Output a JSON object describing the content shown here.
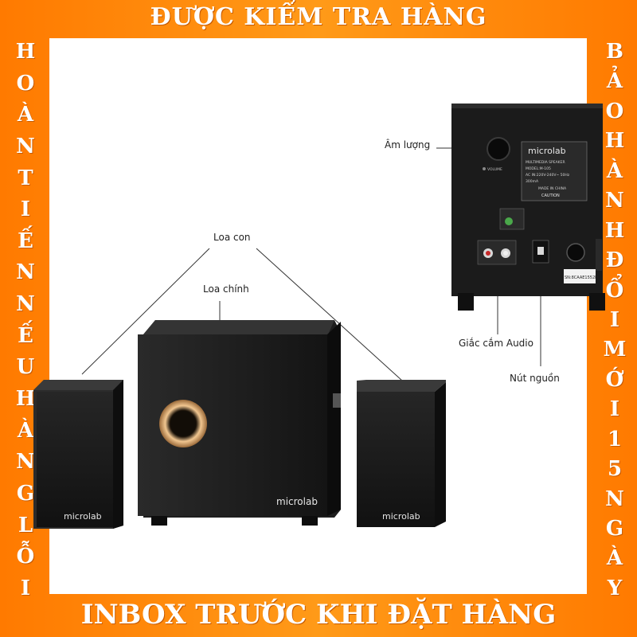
{
  "banner_top": "ĐƯỢC KIỂM TRA HÀNG",
  "banner_bottom": "INBOX TRƯỚC KHI ĐẶT HÀNG",
  "left_column": [
    "H",
    "O",
    "À",
    "N",
    "T",
    "I",
    "Ế",
    "N",
    "N",
    "Ế",
    "U",
    "H",
    "À",
    "N",
    "G",
    "L",
    "Ỗ",
    "I"
  ],
  "right_column": [
    "B",
    "Ả",
    "O",
    "H",
    "À",
    "N",
    "H",
    "Đ",
    "Ổ",
    "I",
    "M",
    "Ớ",
    "I",
    "1",
    "5",
    "N",
    "G",
    "À",
    "Y"
  ],
  "labels": {
    "satellite": "Loa con",
    "subwoofer": "Loa chính",
    "volume": "Âm lượng",
    "audio_jack": "Giắc cắm Audio",
    "power": "Nút nguồn"
  },
  "brand": "microlab",
  "rear_plate": {
    "brand": "microlab",
    "line1": "MULTIMEDIA SPEAKER",
    "line2": "MODEL:M-105",
    "line3": "AC IN:220V-240V~ 50Hz",
    "line4": "300mA",
    "line5": "MADE IN CHINA",
    "caution": "CAUTION",
    "volume_text": "VOLUME",
    "serial": "SN:8CAAE1552D"
  },
  "colors": {
    "frame": "#ff8a00",
    "banner_text": "#ffffff",
    "speaker": "#1c1c1c",
    "port_ring": "#d9a066"
  }
}
